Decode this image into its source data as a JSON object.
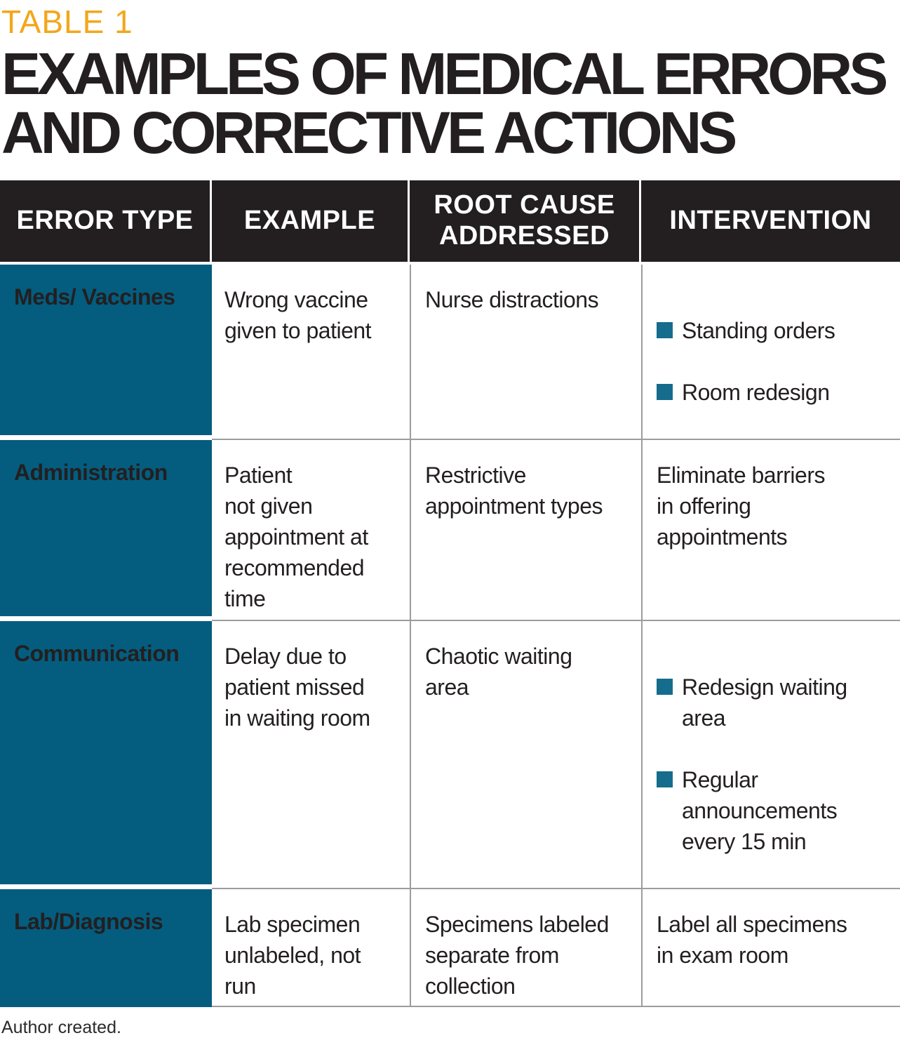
{
  "page": {
    "kicker": "TABLE 1",
    "title": "EXAMPLES OF MEDICAL ERRORS\nAND CORRECTIVE ACTIONS",
    "footnote": "Author created."
  },
  "colors": {
    "kicker_orange": "#F2A71B",
    "header_bg": "#231F20",
    "row_header_teal": "#045D7F",
    "bullet_teal": "#156C8C",
    "grid_line": "#9C9C9C",
    "body_text": "#231F20"
  },
  "table": {
    "headers": [
      "ERROR TYPE",
      "EXAMPLE",
      "ROOT CAUSE\nADDRESSED",
      "INTERVENTION"
    ],
    "rows": [
      {
        "error_type": "Meds/ Vaccines",
        "example": "Wrong vaccine\ngiven to patient",
        "root_cause": "Nurse distractions",
        "interventions": [
          "Standing orders",
          "Room redesign"
        ]
      },
      {
        "error_type": "Administration",
        "example": "Patient\nnot given\nappointment at\nrecommended\ntime",
        "root_cause": "Restrictive\nappointment types",
        "intervention": "Eliminate barriers\nin offering\nappointments"
      },
      {
        "error_type": "Communication",
        "example": "Delay due to\npatient missed\nin waiting room",
        "root_cause": "Chaotic waiting\narea",
        "interventions": [
          "Redesign waiting\narea",
          "Regular\nannouncements\nevery 15 min"
        ]
      },
      {
        "error_type": "Lab/Diagnosis",
        "example": "Lab specimen\nunlabeled, not\nrun",
        "root_cause": "Specimens labeled\nseparate from\ncollection",
        "intervention": "Label all specimens\nin exam room"
      }
    ]
  }
}
